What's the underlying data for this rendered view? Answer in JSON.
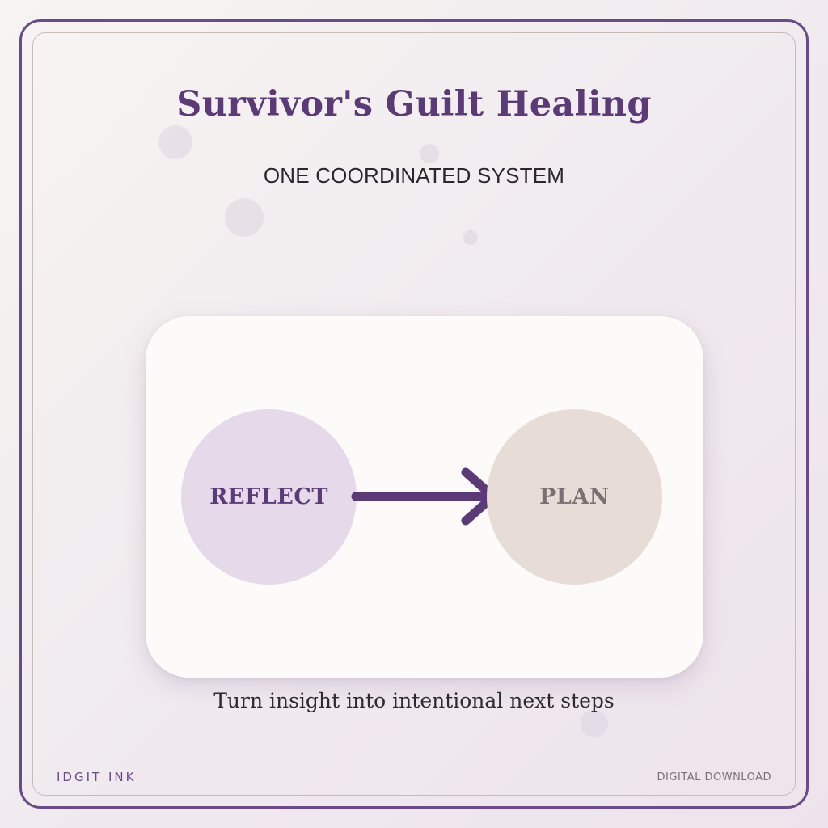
{
  "header": {
    "title": "Survivor's Guilt Healing",
    "subtitle": "ONE COORDINATED SYSTEM"
  },
  "diagram": {
    "nodes": [
      {
        "label": "REFLECT",
        "color": "#e6d9ea",
        "text_color": "#5c3a78"
      },
      {
        "label": "PLAN",
        "color": "#e8ddd6",
        "text_color": "#7a6f72"
      }
    ],
    "arrow": {
      "from": "REFLECT",
      "to": "PLAN",
      "color": "#5c3a78"
    }
  },
  "caption": "Turn insight into intentional next steps",
  "footer": {
    "brand": "IDGIT INK",
    "badge": "DIGITAL DOWNLOAD"
  },
  "colors": {
    "accent": "#5c3a78",
    "frame": "#6a4a8a",
    "card": "#fdfbf9"
  }
}
